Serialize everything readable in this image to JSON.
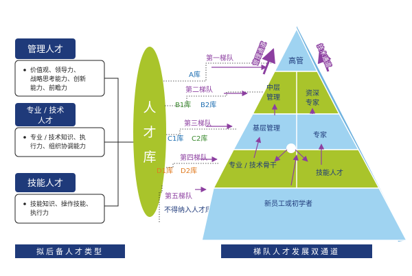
{
  "left_panel": {
    "categories": [
      {
        "title": "管理人才",
        "desc_lines": [
          "价值观、领导力、",
          "战略思考能力、创新",
          "能力、前瞻力"
        ]
      },
      {
        "title_lines": [
          "专业 / 技术",
          "人才"
        ],
        "desc_lines": [
          "专业 / 技术知识、执",
          "行力、组织协调能力"
        ]
      },
      {
        "title": "技能人才",
        "desc_lines": [
          "技能知识、操作技能、",
          "执行力"
        ]
      }
    ],
    "footer_label": "拟后备人才类型"
  },
  "talent_pool": {
    "chars": [
      "人",
      "才",
      "库"
    ]
  },
  "echelons": [
    {
      "label": "第一梯队",
      "libs": [
        "A库"
      ]
    },
    {
      "label": "第二梯队",
      "libs": [
        "B1库",
        "B2库"
      ]
    },
    {
      "label": "第三梯队",
      "libs": [
        "C1库",
        "C2库"
      ]
    },
    {
      "label": "第四梯队",
      "libs": [
        "D1库",
        "D2库"
      ]
    },
    {
      "label": "第五梯队",
      "libs": [
        "不得纳入人才库"
      ]
    }
  ],
  "pyramid": {
    "top": "高管",
    "mgmt_channel": "管理通道",
    "tech_channel": "技术通道",
    "mid_left": [
      "中层",
      "管理"
    ],
    "mid_right": [
      "资深",
      "专家"
    ],
    "base_left": "基层管理",
    "base_right": "专家",
    "prof_left": "专业 / 技术骨干",
    "prof_right": "技能人才",
    "bottom": "新员工或初学者"
  },
  "right_footer_label": "梯队人才发展双通道",
  "colors": {
    "navy": "#1f3a7a",
    "green": "#a9c42b",
    "lightblue": "#9fd3f1",
    "purple": "#8c3fa0",
    "lib_blue": "#1f6fb2",
    "lib_green": "#3a8a2e",
    "lib_orange": "#e07a1f"
  }
}
